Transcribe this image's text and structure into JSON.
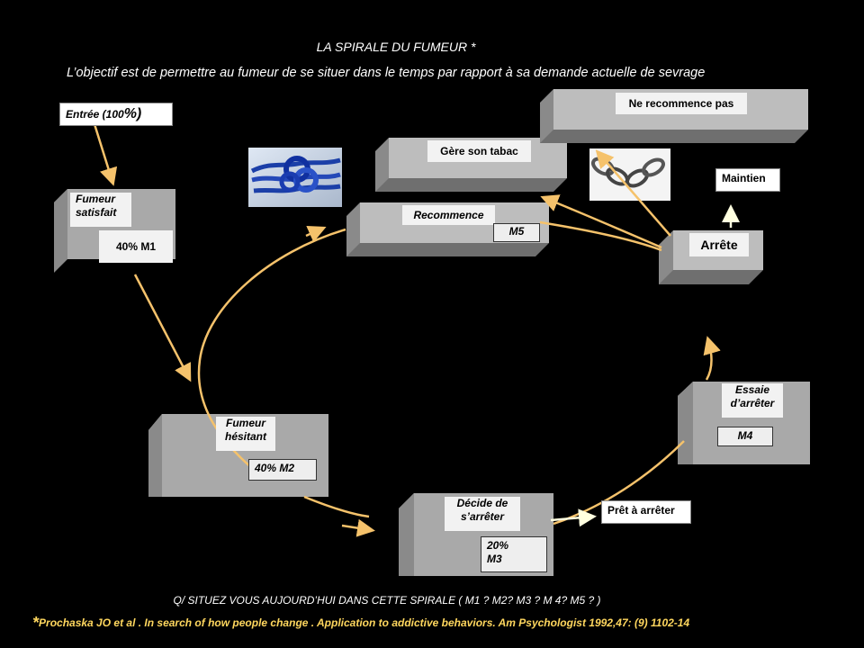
{
  "title": "LA SPIRALE DU FUMEUR *",
  "subtitle": "L’objectif est de permettre au fumeur de se situer dans le temps par rapport à sa demande actuelle de sevrage",
  "entry": {
    "text": "Entrée (100",
    "pct": "%)"
  },
  "stages": {
    "fumeur_satisfait": {
      "label_line1": "Fumeur",
      "label_line2": "satisfait",
      "value": "40%   M1"
    },
    "fumeur_hesitant": {
      "label_line1": "Fumeur",
      "label_line2": "hésitant",
      "value": "40%   M2"
    },
    "decide": {
      "label_line1": "Décide de",
      "label_line2": "s’arrêter",
      "value_line1": "20%",
      "value_line2": "M3"
    },
    "essaie": {
      "label_line1": "Essaie",
      "label_line2": "d’arrêter",
      "value": "M4"
    },
    "arrete": {
      "label": "Arrête"
    },
    "recommence": {
      "label": "Recommence",
      "value": "M5"
    },
    "gere": {
      "label": "Gère son tabac"
    },
    "ne_recommence": {
      "label": "Ne recommence pas"
    }
  },
  "pret": "Prêt à arrêter",
  "maintien": "Maintien",
  "question": "Q/  SITUEZ VOUS AUJOURD’HUI  DANS  CETTE  SPIRALE  ( M1 ? M2?  M3 ? M 4? M5 ? )",
  "reference": {
    "star": "*",
    "text": "Prochaska JO  et al . In  search of  how  people change . Application to  addictive  behaviors.   Am Psychologist 1992,47: (9) 1102-14"
  },
  "colors": {
    "arrow": "#f5c26b",
    "box_front": "#a8a8a8",
    "box_top": "#cfcfcf",
    "box_side": "#8a8a8a"
  }
}
